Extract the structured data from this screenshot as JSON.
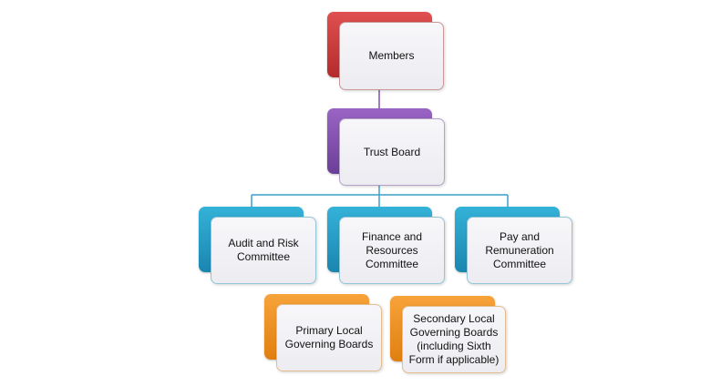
{
  "nodes": {
    "members": "Members",
    "trust_board": "Trust Board",
    "audit": "Audit and Risk\nCommittee",
    "finance": "Finance and\nResources\nCommittee",
    "pay": "Pay and\nRemuneration\nCommittee",
    "primary": "Primary Local\nGoverning Boards",
    "secondary": "Secondary Local\nGoverning Boards\n(including Sixth\nForm if applicable)"
  },
  "colors": {
    "members": "#c73a3a",
    "trust_board": "#7f4fab",
    "committees": "#2a9fc8",
    "local_boards": "#f08f1e",
    "connector": "#3aa0c8",
    "connector_top": "#7f4fab"
  }
}
